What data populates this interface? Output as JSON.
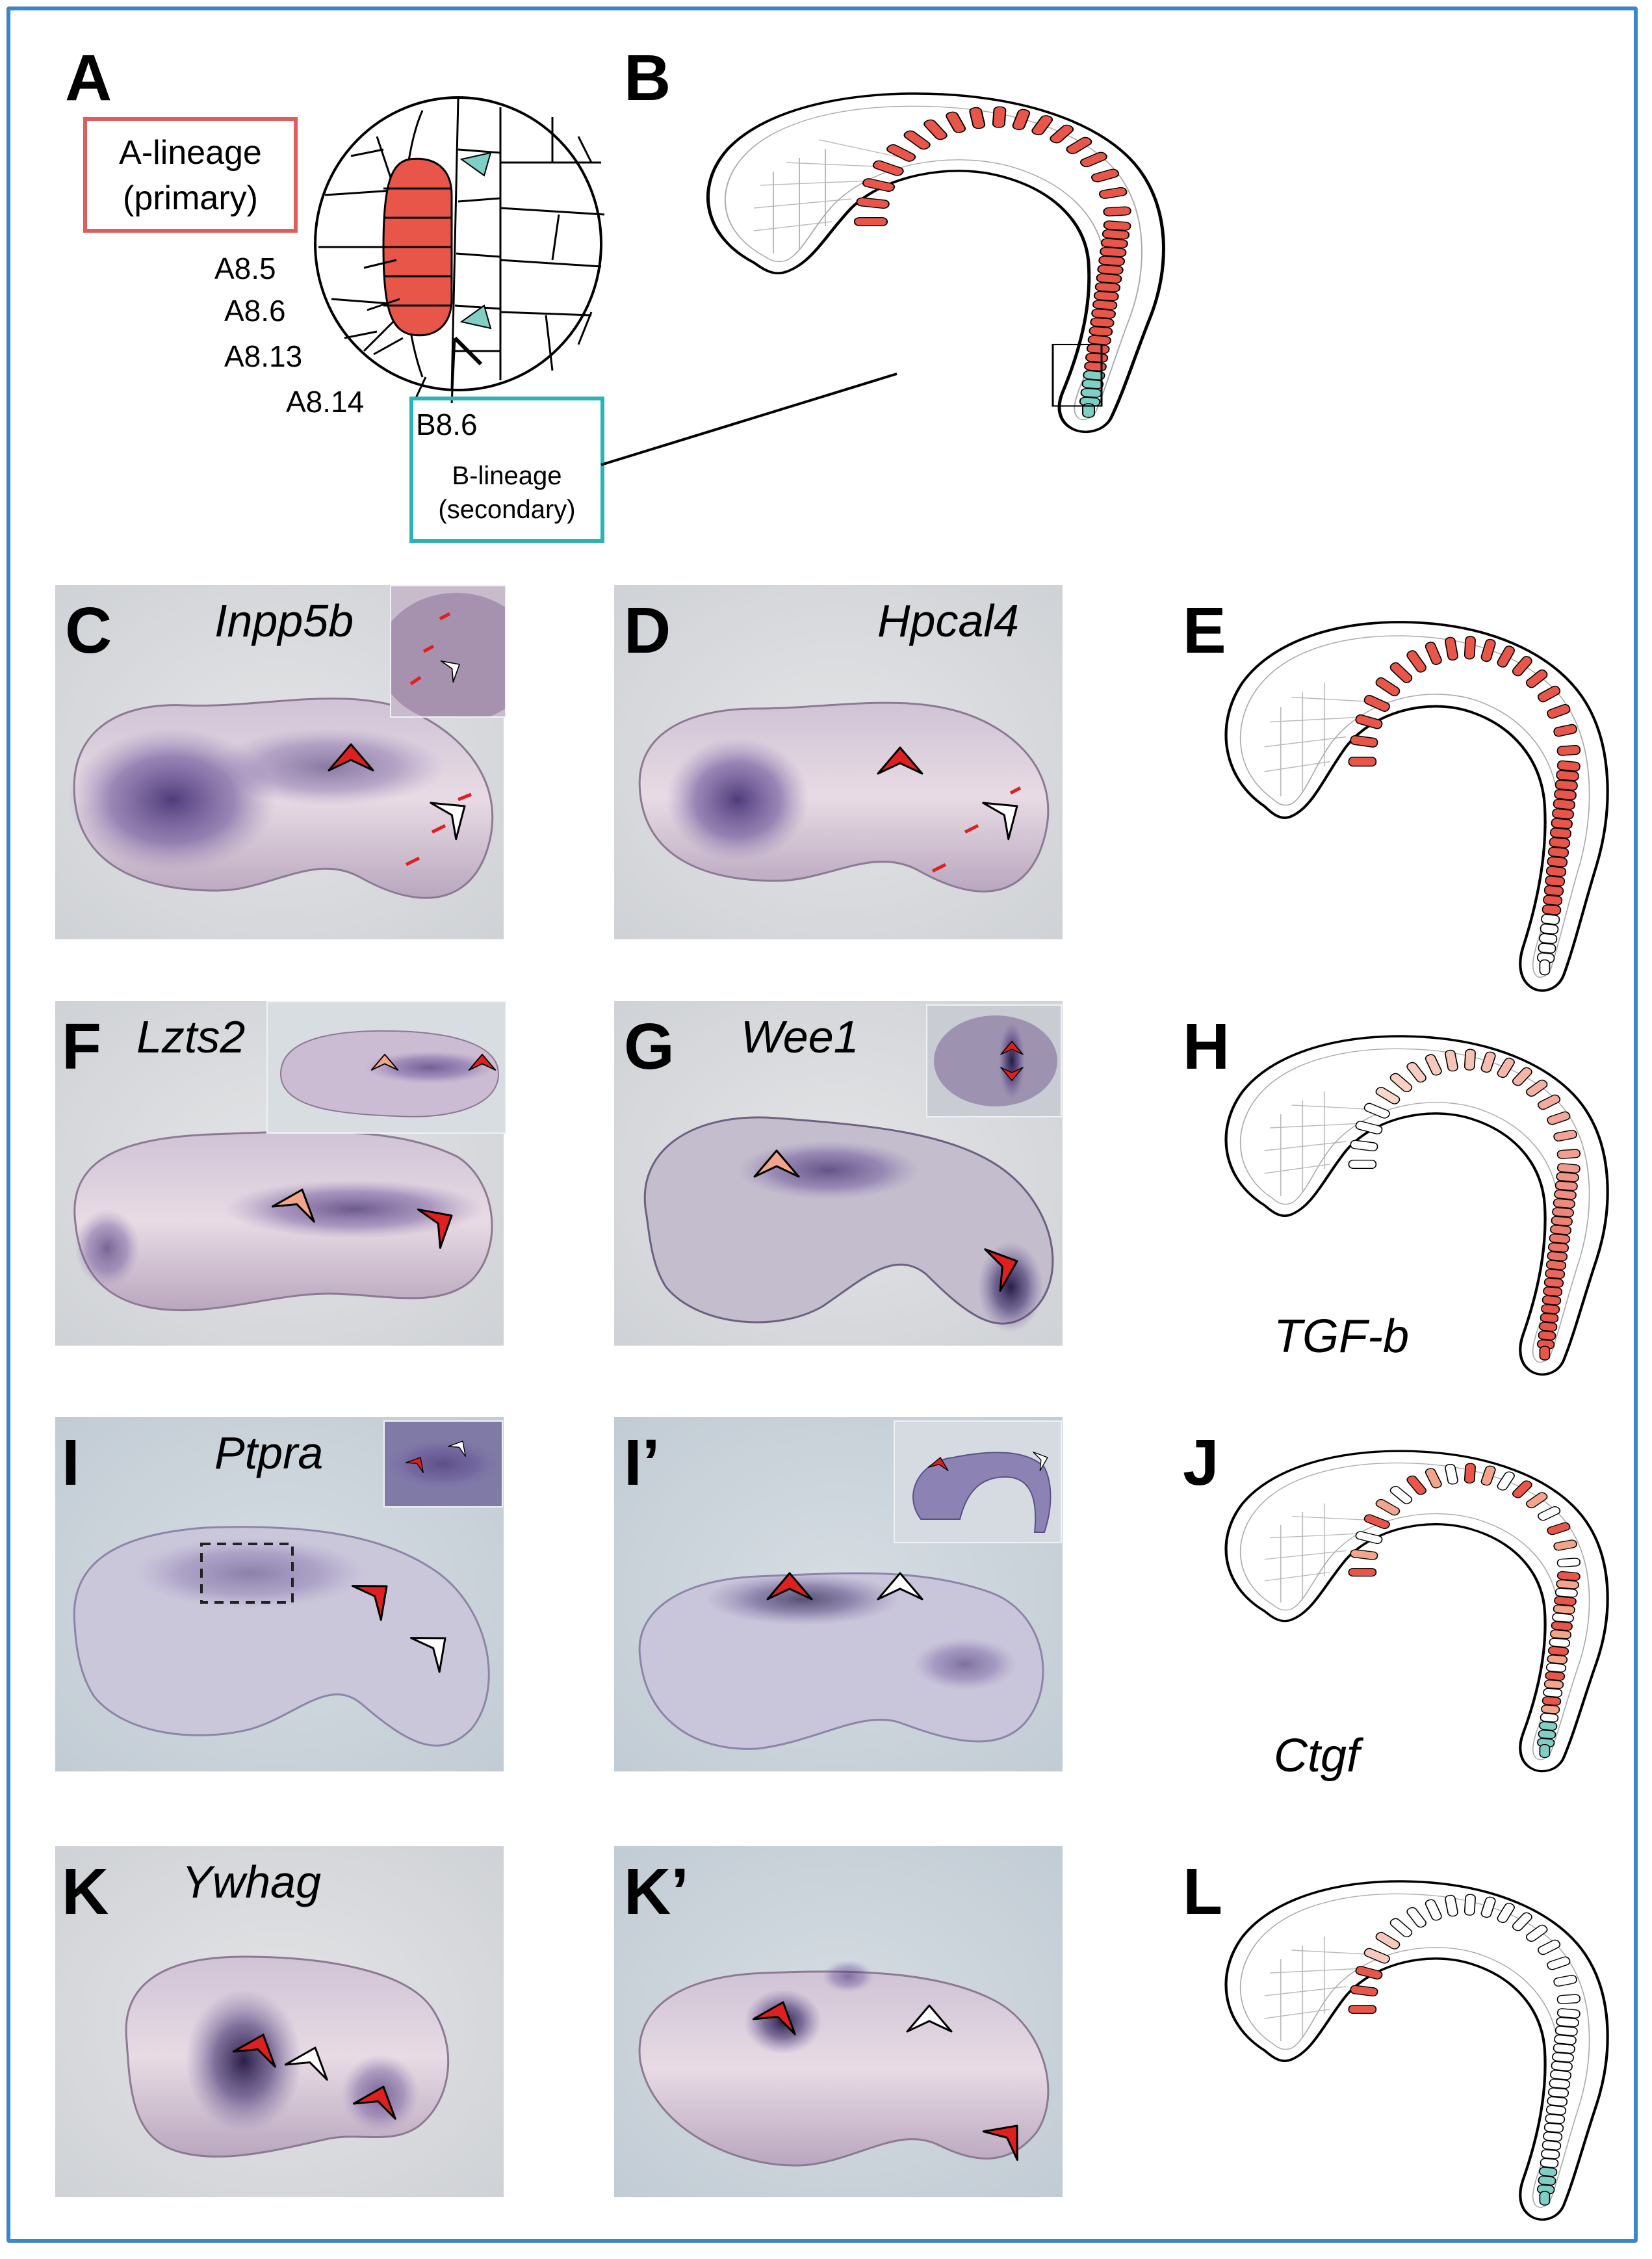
{
  "panels": {
    "A": {
      "label": "A",
      "primary_box": {
        "line1": "A-lineage",
        "line2": "(primary)"
      },
      "cells": [
        "A8.5",
        "A8.6",
        "A8.13",
        "A8.14"
      ],
      "b_cell": "B8.6",
      "secondary_box": {
        "line1": "B-lineage",
        "line2": "(secondary)"
      }
    },
    "B": {
      "label": "B"
    },
    "C": {
      "label": "C",
      "gene": "Inpp5b"
    },
    "D": {
      "label": "D",
      "gene": "Hpcal4"
    },
    "E": {
      "label": "E"
    },
    "F": {
      "label": "F",
      "gene": "Lzts2"
    },
    "G": {
      "label": "G",
      "gene": "Wee1"
    },
    "H": {
      "label": "H",
      "gene": "TGF-b"
    },
    "I": {
      "label": "I",
      "gene": "Ptpra"
    },
    "I2": {
      "label": "I’"
    },
    "J": {
      "label": "J",
      "gene": "Ctgf"
    },
    "K": {
      "label": "K",
      "gene": "Ywhag"
    },
    "K2": {
      "label": "K’"
    },
    "L": {
      "label": "L"
    }
  },
  "colors": {
    "frame": "#3a86c8",
    "primary_red": "#e8564a",
    "primary_box_border": "#e45b5b",
    "secondary_teal": "#7fcfc5",
    "secondary_box_border": "#2ab3b8",
    "stain_purple": "#5b3d8c",
    "arrow_red": "#e02020",
    "arrow_pink": "#f2a58a",
    "arrow_white": "#ffffff"
  }
}
